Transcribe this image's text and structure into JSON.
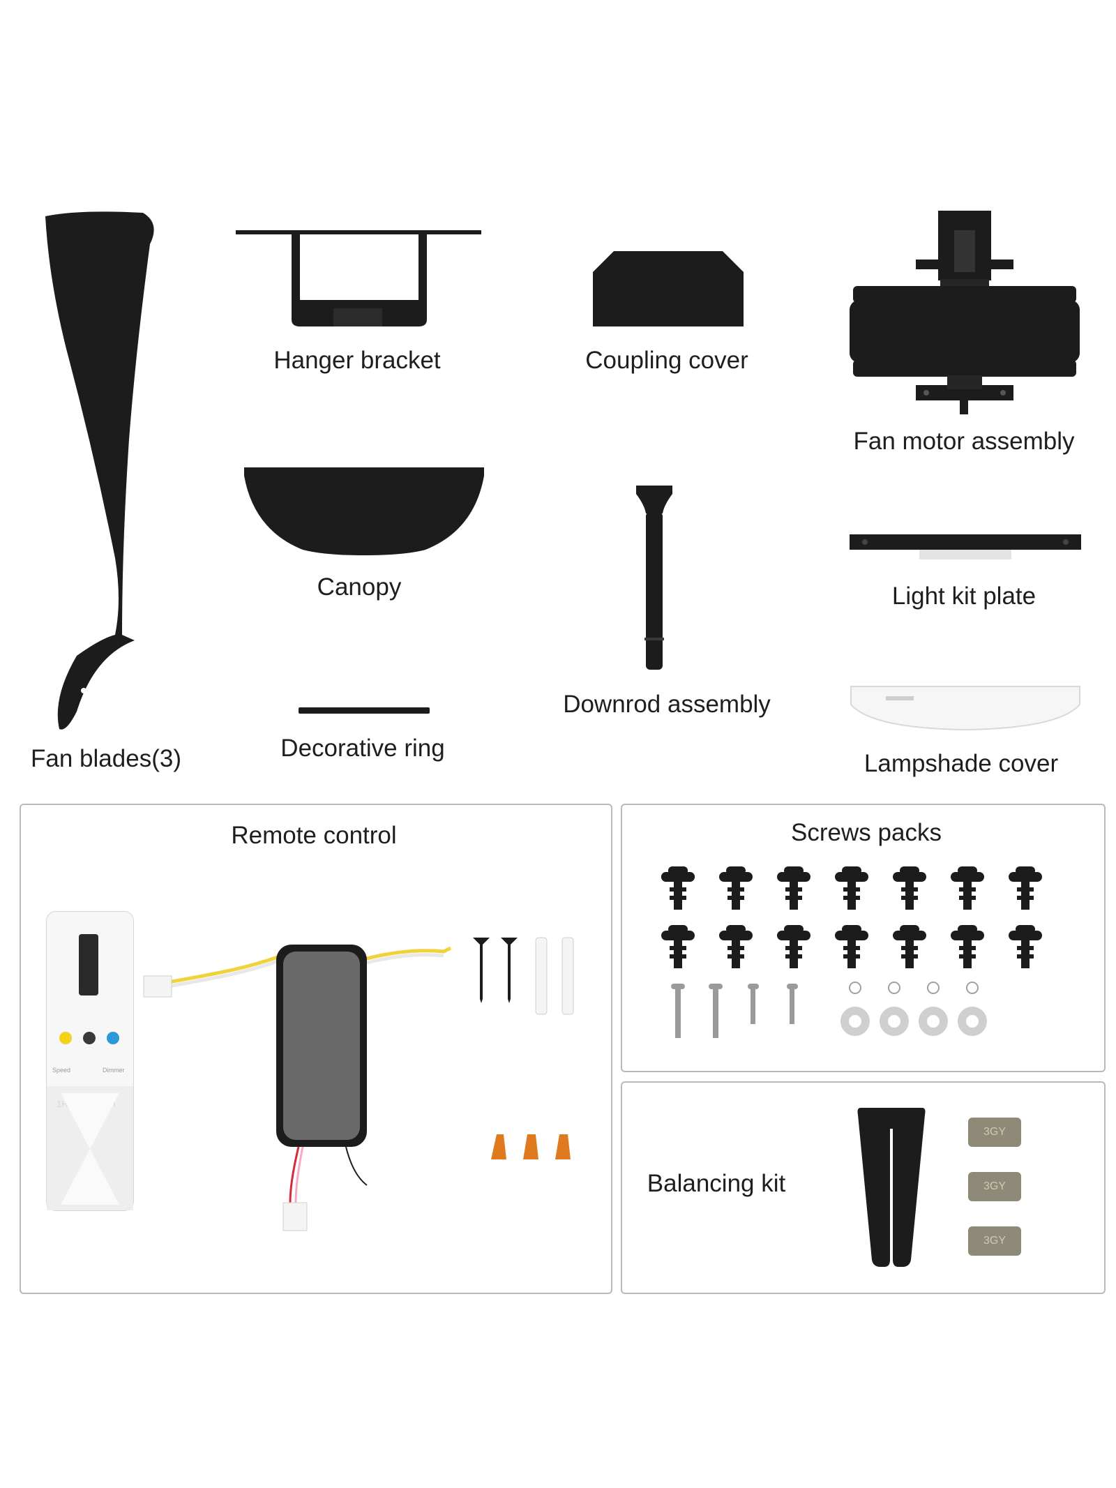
{
  "parts": {
    "fan_blades": "Fan blades(3)",
    "hanger_bracket": "Hanger bracket",
    "coupling_cover": "Coupling cover",
    "fan_motor_assembly": "Fan motor assembly",
    "canopy": "Canopy",
    "downrod_assembly": "Downrod assembly",
    "light_kit_plate": "Light kit plate",
    "decorative_ring": "Decorative ring",
    "lampshade_cover": "Lampshade cover"
  },
  "panels": {
    "remote_control": "Remote control",
    "screws_packs": "Screws packs",
    "balancing_kit": "Balancing kit"
  },
  "remote": {
    "timer_buttons": [
      "1H",
      "2H",
      "4H"
    ],
    "speed_label": "Speed",
    "dimmer_label": "Dimmer"
  },
  "balancing_weight_label": "3GY",
  "colors": {
    "part_black": "#1c1c1c",
    "panel_border": "#b9b9b9",
    "wire_nut_orange": "#e07a1f",
    "weight_metal": "#8f8a78"
  }
}
